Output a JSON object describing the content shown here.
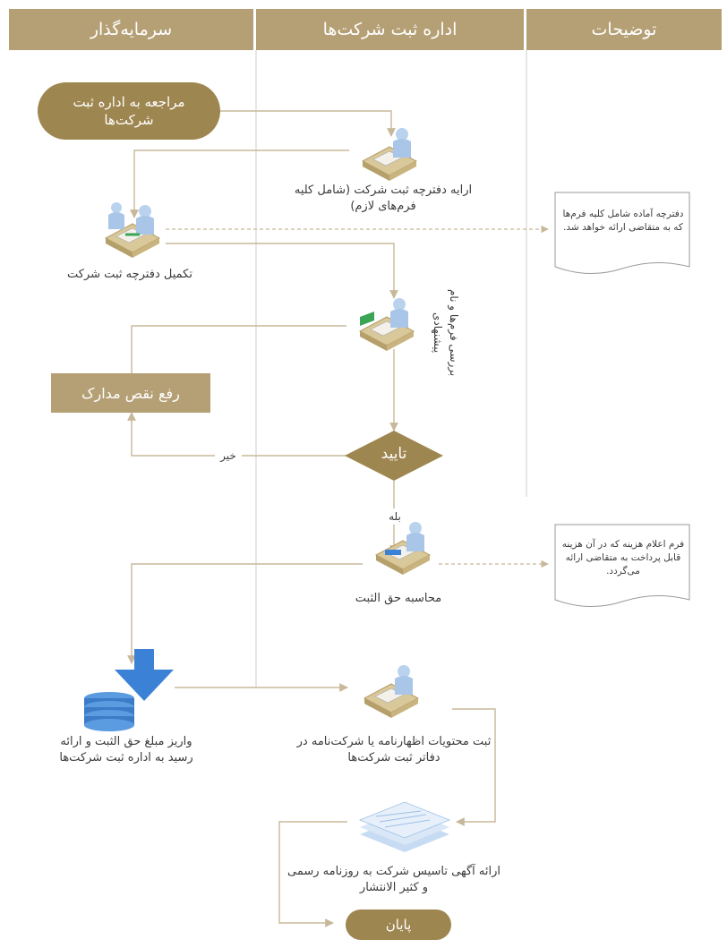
{
  "lanes": {
    "investor": "سرمایه‌گذار",
    "registry": "اداره ثبت شرکت‌ها",
    "notes": "توضیحات"
  },
  "nodes": {
    "start": "مراجعه به اداره ثبت شرکت‌ها",
    "provide_booklet": "ارایه دفترچه ثبت شرکت (شامل کلیه فرم‌های لازم)",
    "complete_booklet": "تکمیل دفترچه ثبت شرکت",
    "review_forms": "بررسی فرم‌ها و نام پیشنهادی",
    "fix_documents": "رفع نقص مدارک",
    "approve": "تایید",
    "no_label": "خیر",
    "yes_label": "بله",
    "calc_fee": "محاسبه حق الثبت",
    "deposit_fee": "واریز مبلغ حق الثبت و ارائه رسید به اداره ثبت شرکت‌ها",
    "register_contents": "ثبت محتویات اظهارنامه یا شرکت‌نامه در دفاتر ثبت شرکت‌ها",
    "announce": "ارائه آگهی تاسیس شرکت به روزنامه رسمی و کثیر الانتشار",
    "end": "پایان"
  },
  "notes": {
    "note1": "دفترچه آماده شامل کلیه فرم‌ها که به متقاضی ارائه خواهد شد.",
    "note2": "فرم اعلام هزینه که در آن هزینه قابل پرداخت به متقاضی ارائه می‌گردد."
  },
  "icons": {
    "desk_person": "desk-person-icon",
    "download": "download-arrow-icon",
    "database": "database-icon",
    "documents": "documents-stack-icon",
    "note_document": "note-document-icon"
  },
  "colors": {
    "accent": "#b5a075",
    "accent_dark": "#9e8650",
    "connector": "#c8b89a",
    "lane_divider": "#cfcfcf",
    "icon_blue": "#3b82d6"
  }
}
